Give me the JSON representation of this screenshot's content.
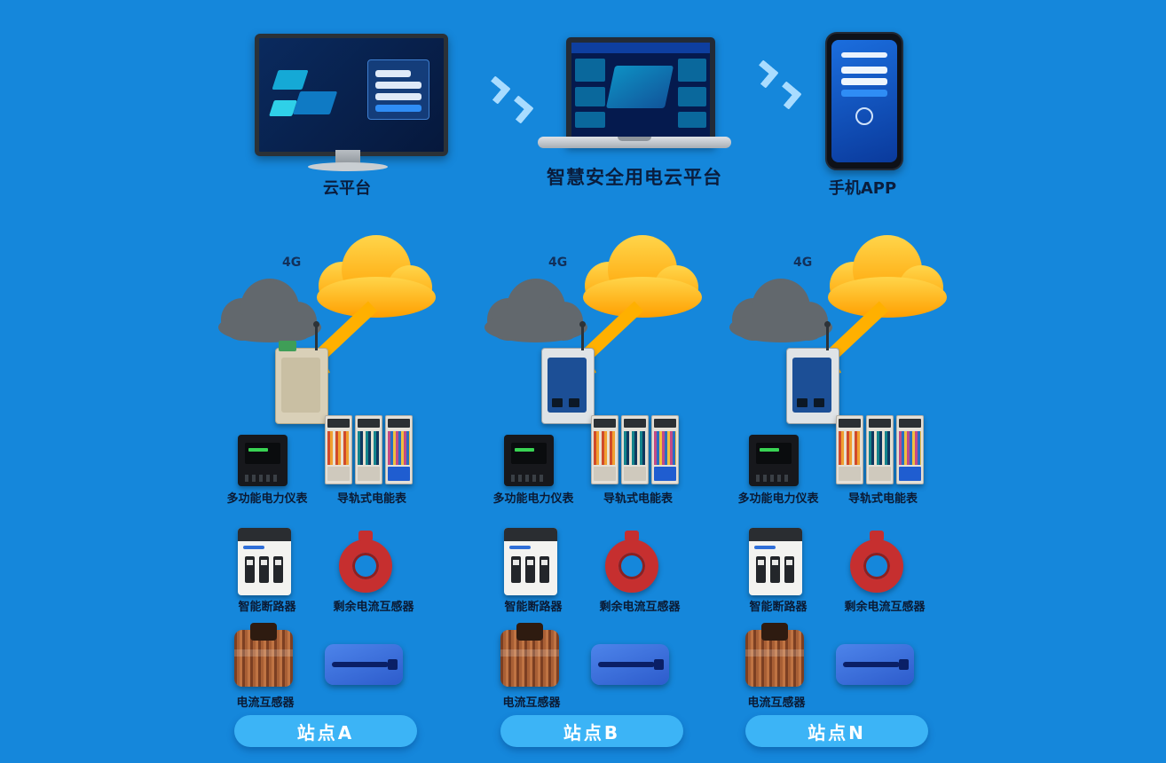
{
  "page": {
    "background": "#1587db"
  },
  "platform": {
    "monitor_label": "云平台",
    "laptop_label": "智慧安全用电云平台",
    "phone_label": "手机APP"
  },
  "network": {
    "link_label": "4G"
  },
  "device_labels": {
    "power_meter": "多功能电力仪表",
    "rail_meter": "导轨式电能表",
    "breaker": "智能断路器",
    "residual_ct": "剩余电流互感器",
    "current_ct": "电流互感器"
  },
  "sites": [
    {
      "name": "站点A"
    },
    {
      "name": "站点B"
    },
    {
      "name": "站点N"
    }
  ],
  "colors": {
    "cloud_yellow": "#ffc107",
    "cloud_gray": "#62686d",
    "arrow": "#ffb000",
    "bar": "#3cb4f6",
    "ring_red": "#c62f2f"
  }
}
